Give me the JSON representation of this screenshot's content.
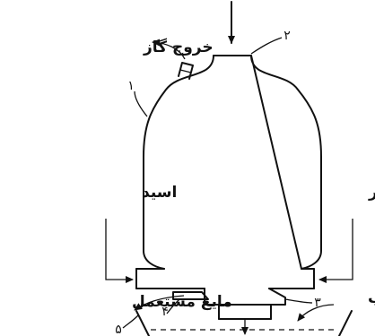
{
  "labels": {
    "gas_outlet": "خروج گاز",
    "acid": "اسید",
    "steam": "بخار",
    "used_liquid": "مایع مستعمل",
    "water": "آب"
  },
  "numbers": {
    "n1": "۱",
    "n2": "۲",
    "n3": "۳",
    "n4": "۴",
    "n5": "۵"
  }
}
